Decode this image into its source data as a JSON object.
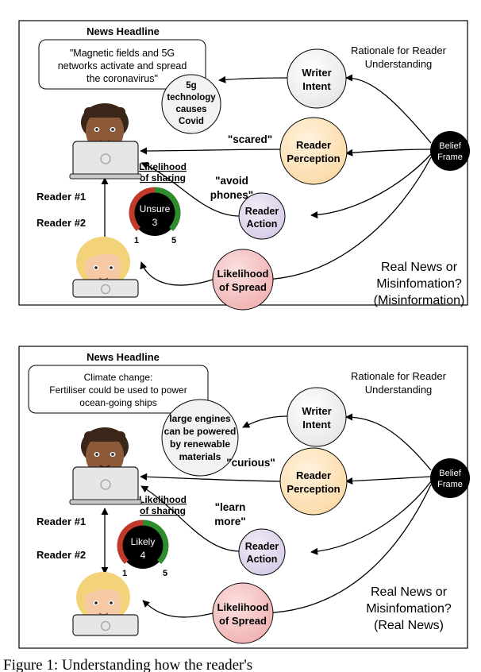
{
  "panels": [
    {
      "news_headline_label": "News Headline",
      "headline_lines": [
        "\"Magnetic fields and 5G",
        "networks activate and spread",
        "the coronavirus\""
      ],
      "rationale_lines": [
        "Rationale for Reader",
        "Understanding"
      ],
      "intent_inference_lines": [
        "5g",
        "technology",
        "causes",
        "Covid"
      ],
      "writer_intent_lines": [
        "Writer",
        "Intent"
      ],
      "reader_perception_lines": [
        "Reader",
        "Perception"
      ],
      "reader_action_lines": [
        "Reader",
        "Action"
      ],
      "likelihood_spread_lines": [
        "Likelihood",
        "of Spread"
      ],
      "belief_frame_lines": [
        "Belief",
        "Frame"
      ],
      "perception_quote": "\"scared\"",
      "action_quote_lines": [
        "\"avoid",
        "phones\""
      ],
      "likelihood_sharing_lines": [
        "Likelihood",
        "of sharing"
      ],
      "reader1_label": "Reader #1",
      "reader2_label": "Reader #2",
      "gauge_label": "Unsure",
      "gauge_value": "3",
      "gauge_fraction": 0.5,
      "gauge_min": "1",
      "gauge_max": "5",
      "verdict_lines": [
        "Real News or",
        "Misinfomation?",
        "(Misinformation)"
      ]
    },
    {
      "news_headline_label": "News Headline",
      "headline_lines": [
        "Climate change:",
        "Fertiliser could be used to power",
        "ocean-going ships"
      ],
      "rationale_lines": [
        "Rationale for Reader",
        "Understanding"
      ],
      "intent_inference_lines": [
        "large engines",
        "can be powered",
        "by renewable",
        "materials"
      ],
      "writer_intent_lines": [
        "Writer",
        "Intent"
      ],
      "reader_perception_lines": [
        "Reader",
        "Perception"
      ],
      "reader_action_lines": [
        "Reader",
        "Action"
      ],
      "likelihood_spread_lines": [
        "Likelihood",
        "of Spread"
      ],
      "belief_frame_lines": [
        "Belief",
        "Frame"
      ],
      "perception_quote": "\"curious\"",
      "action_quote_lines": [
        "\"learn",
        "more\""
      ],
      "likelihood_sharing_lines": [
        "Likelihood",
        "of sharing"
      ],
      "reader1_label": "Reader #1",
      "reader2_label": "Reader #2",
      "gauge_label": "Likely",
      "gauge_value": "4",
      "gauge_fraction": 0.75,
      "gauge_min": "1",
      "gauge_max": "5",
      "verdict_lines": [
        "Real News or",
        "Misinfomation?",
        "(Real News)"
      ]
    }
  ],
  "caption": "Figure 1: Understanding how the reader's",
  "colors": {
    "writer_intent": "#f4f4f4",
    "reader_perception": "#fde7c3",
    "reader_action": "#e6def0",
    "likelihood_spread": "#f6cccc",
    "belief_frame": "#000000",
    "gauge_red": "#c0392b",
    "gauge_green": "#2e8b2e"
  }
}
